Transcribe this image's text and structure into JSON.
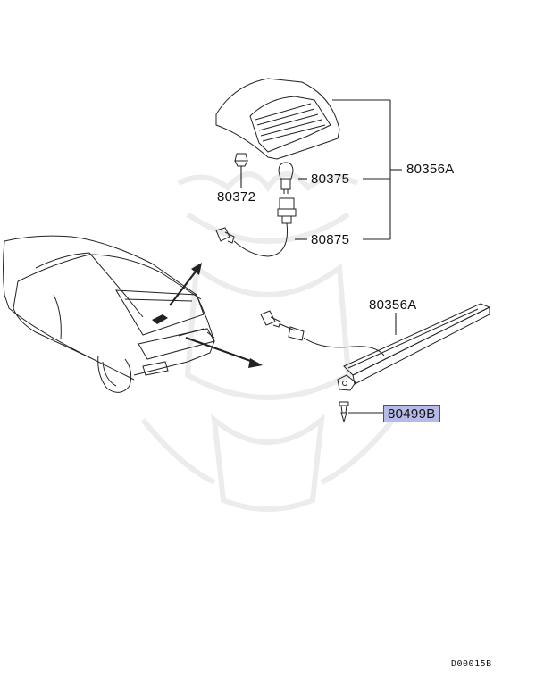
{
  "parts": {
    "lamp_assembly_upper": "80356A",
    "lamp_assembly_lower": "80356A",
    "bulb": "80375",
    "clip": "80372",
    "socket_harness": "80875",
    "screw": "80499B"
  },
  "diagram_code": "D00015B",
  "colors": {
    "highlight": "#b7b9e8",
    "line": "#222222",
    "watermark": "#ececec"
  }
}
